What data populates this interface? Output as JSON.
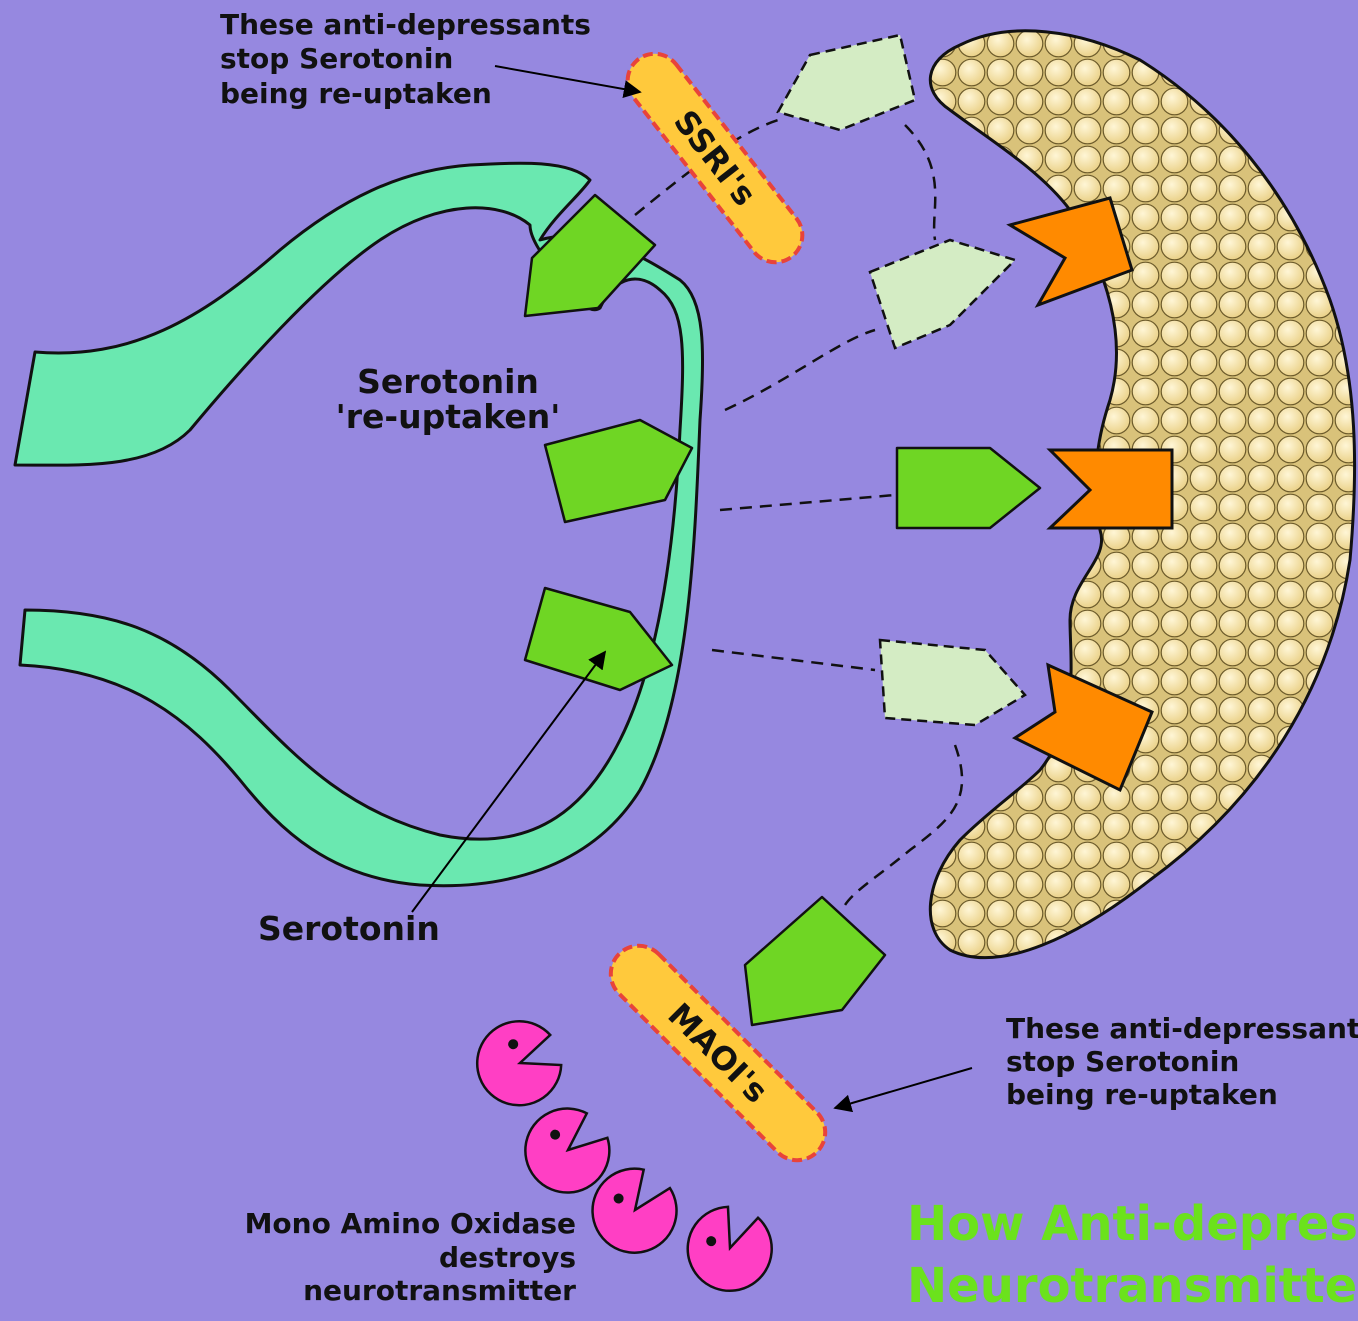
{
  "colors": {
    "background": "#9688e0",
    "neuron": "#6ae8b0",
    "serotonin": "#6fd624",
    "serotonin_faded": "#d4ecc4",
    "receptor": "#ff8a00",
    "drug_pill": "#ffc93c",
    "drug_pill_border": "#e8433a",
    "enzyme": "#ff3fc4",
    "vesicle": "#f4e2a8",
    "title": "#6be21c"
  },
  "icons": {
    "enzyme": "pacman-icon",
    "neurotransmitter": "pentagon-arrow-icon",
    "receptor": "notched-receptor-icon"
  },
  "labels": {
    "ssri_note": [
      "These anti-depressants",
      "stop Serotonin",
      "being re-uptaken"
    ],
    "reuptake": [
      "Serotonin",
      "'re-uptaken'"
    ],
    "serotonin": "Serotonin",
    "maoi_note": [
      "These anti-depressants",
      "stop Serotonin",
      "being re-uptaken"
    ],
    "mao_note": [
      "Mono Amino Oxidase",
      "destroys",
      "neurotransmitter"
    ]
  },
  "drugs": {
    "ssri": "SSRI's",
    "maoi": "MAOI's"
  },
  "title": {
    "line1": "How Anti-depressants",
    "line2": "Neurotransmitters"
  }
}
